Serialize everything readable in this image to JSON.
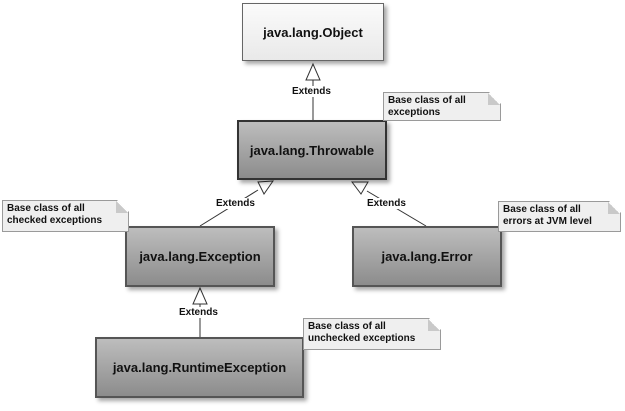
{
  "classes": {
    "object": "java.lang.Object",
    "throwable": "java.lang.Throwable",
    "exception": "java.lang.Exception",
    "error": "java.lang.Error",
    "runtime_exception": "java.lang.RuntimeException"
  },
  "notes": {
    "throwable": "Base class of all\nexceptions",
    "exception": "Base class of all\nchecked exceptions",
    "error": "Base class of all\nerrors at JVM level",
    "runtime_exception": "Base class of all\nunchecked exceptions"
  },
  "edges": {
    "throwable_to_object": "Extends",
    "exception_to_throwable": "Extends",
    "error_to_throwable": "Extends",
    "runtime_to_exception": "Extends"
  }
}
